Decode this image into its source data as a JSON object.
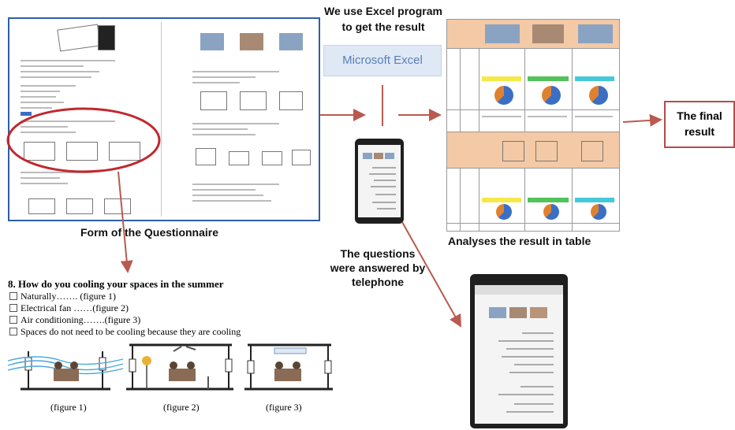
{
  "labels": {
    "excel_text": "We use Excel program\nto get the result",
    "form_caption": "Form of the Questionnaire",
    "phone_caption": "The questions\nwere answered by\ntelephone",
    "table_caption": "Analyses the result in table",
    "final_result": "The final\nresult"
  },
  "excel_banner": "Microsoft Excel",
  "question": {
    "title": "8.   How do you cooling your spaces in the summer",
    "options": [
      "Naturally……. (figure 1)",
      "Electrical fan ……(figure 2)",
      "Air conditioning…….(figure 3)",
      "Spaces do not need to be cooling because they are  cooling"
    ],
    "figures": [
      "(figure 1)",
      "(figure 2)",
      "(figure 3)"
    ]
  },
  "colors": {
    "arrow": "#b85a50",
    "frame_blue": "#2f5fa6",
    "ellipse": "#c0282d",
    "table_header": "#f3c9a6"
  }
}
